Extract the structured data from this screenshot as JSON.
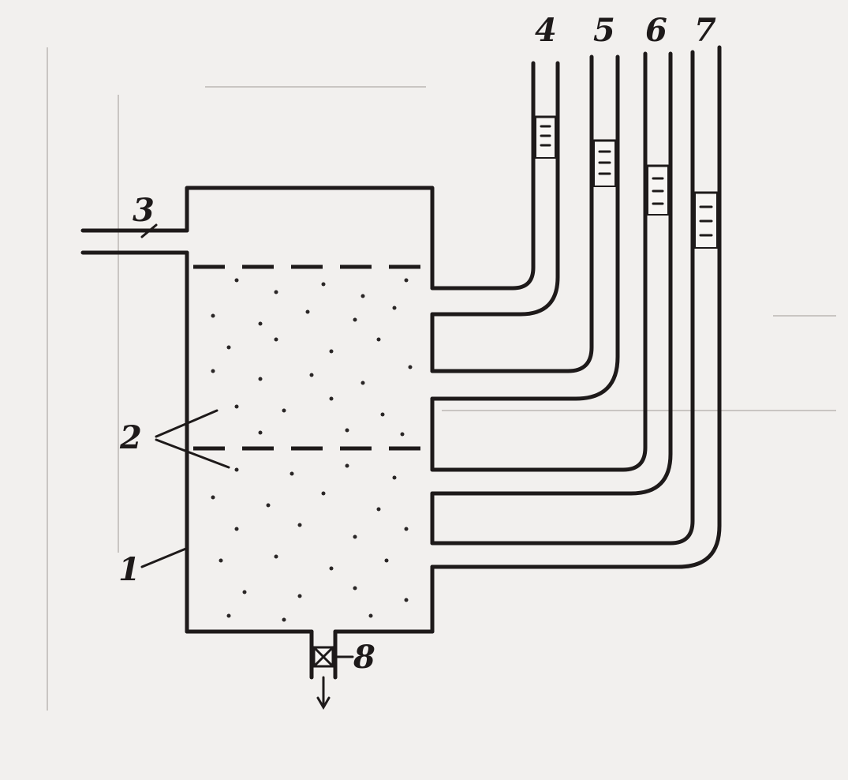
{
  "labels": {
    "body": "1",
    "grids": "2",
    "inlet": "3",
    "tube_4": "4",
    "tube_5": "5",
    "tube_6": "6",
    "tube_7": "7",
    "valve": "8"
  },
  "colors": {
    "ink": "#1e1a1a",
    "paper": "#f2f0ee",
    "ghost_print": "#c9c5c2"
  }
}
